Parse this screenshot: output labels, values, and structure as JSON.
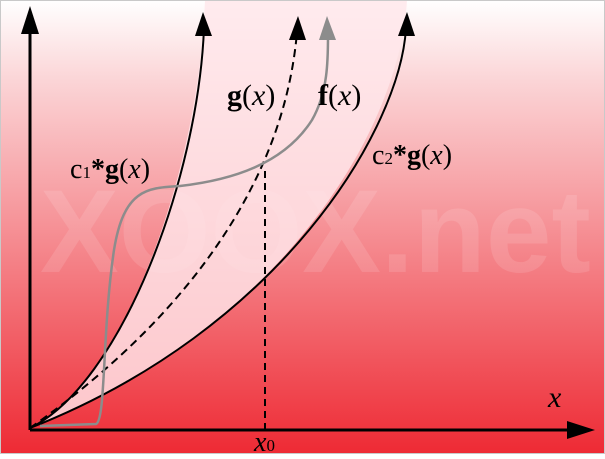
{
  "labels": {
    "x_axis": "x",
    "x0_base": "x",
    "x0_sub": "0",
    "g": {
      "bold": "g",
      "paren_open": "(",
      "var": "x",
      "paren_close": ")"
    },
    "f": {
      "bold": "f",
      "paren_open": "(",
      "var": "x",
      "paren_close": ")"
    },
    "c1g": {
      "c": "c",
      "sub": "1",
      "star": "*",
      "bold": "g",
      "paren_open": "(",
      "var": "x",
      "paren_close": ")"
    },
    "c2g": {
      "c": "c",
      "sub": "2",
      "star": "*",
      "bold": "g",
      "paren_open": "(",
      "var": "x",
      "paren_close": ")"
    }
  },
  "watermark": "XOOX.net",
  "colors": {
    "background_top": "#ffffff",
    "background_bottom": "#ee2a34",
    "band_fill": "#ffe6ea",
    "f_curve": "#8c8c8c",
    "axis": "#000000",
    "curve": "#000000"
  }
}
